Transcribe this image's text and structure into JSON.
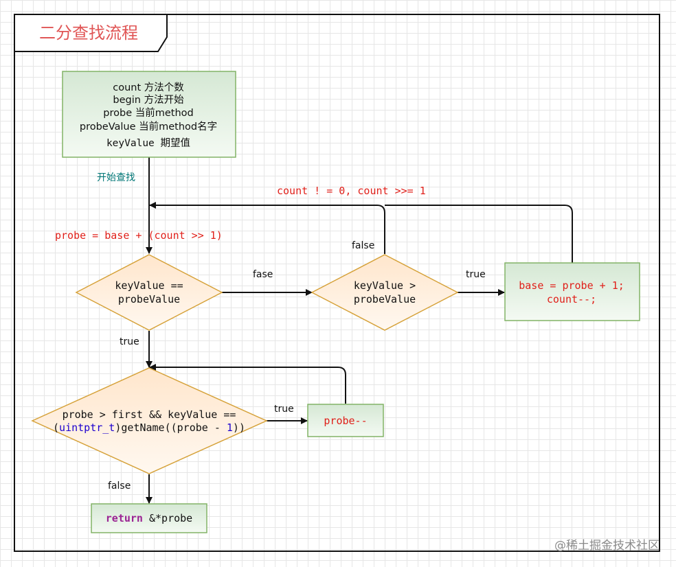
{
  "title": "二分查找流程",
  "init_box": {
    "line1": "count 方法个数",
    "line2": "begin 方法开始",
    "line3": "probe 当前method",
    "line4": "probeValue 当前method名字",
    "line5": "keyValue 期望值"
  },
  "labels": {
    "start_search": "开始查找",
    "loop_update": "count ! = 0, count >>= 1",
    "probe_assign": "probe = base + (count >> 1)",
    "false_top": "false",
    "fase": "fase",
    "true_right": "true",
    "true_down": "true",
    "true_probe": "true",
    "false_bottom": "false"
  },
  "decision1": {
    "line1": "keyValue ==",
    "line2": "probeValue"
  },
  "decision2": {
    "line1": "keyValue >",
    "line2": "probeValue"
  },
  "base_box": {
    "line1": "base = probe + 1;",
    "line2": "count--;"
  },
  "decision3": {
    "line1": "probe > first && keyValue ==",
    "l2_open": "(",
    "l2_type": "uintptr_t",
    "l2_mid": ")getName((probe - ",
    "l2_num": "1",
    "l2_close": "))"
  },
  "probe_dec_box": {
    "text": "probe--"
  },
  "return_box": {
    "keyword": "return",
    "rest": " &*probe"
  },
  "watermark": "@稀土掘金技术社区",
  "colors": {
    "title_red": "#e05555",
    "code_red": "#e0201a",
    "teal": "#007777",
    "green_fill": "#d5e8d4",
    "green_stroke": "#82b366",
    "diamond_fill": "#ffe6cc",
    "diamond_stroke": "#d6a23a",
    "keyword_purple": "#9b2393",
    "type_navy": "#1c00cf"
  }
}
